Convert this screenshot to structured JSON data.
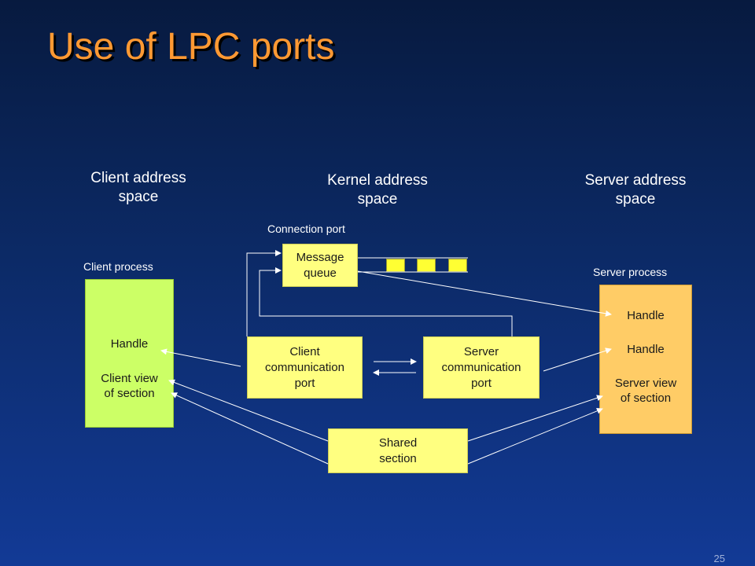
{
  "slide": {
    "title": "Use of LPC ports",
    "page_number": "25"
  },
  "columns": {
    "client": "Client address\nspace",
    "kernel": "Kernel address\nspace",
    "server": "Server address\nspace"
  },
  "labels": {
    "connection_port": "Connection port",
    "client_process": "Client process",
    "server_process": "Server process"
  },
  "boxes": {
    "message_queue": "Message\nqueue",
    "client_comm_port": "Client\ncommunication\nport",
    "server_comm_port": "Server\ncommunication\nport",
    "shared_section": "Shared\nsection"
  },
  "client_process": {
    "handle": "Handle",
    "view": "Client view\nof section"
  },
  "server_process": {
    "handle_1": "Handle",
    "handle_2": "Handle",
    "view": "Server view\nof section"
  },
  "colors": {
    "title": "#ff9933",
    "box_yellow": "#ffff80",
    "box_green": "#ccff66",
    "box_orange": "#ffcc66",
    "queue_slot": "#ffff33",
    "arrow": "#ffffff"
  }
}
